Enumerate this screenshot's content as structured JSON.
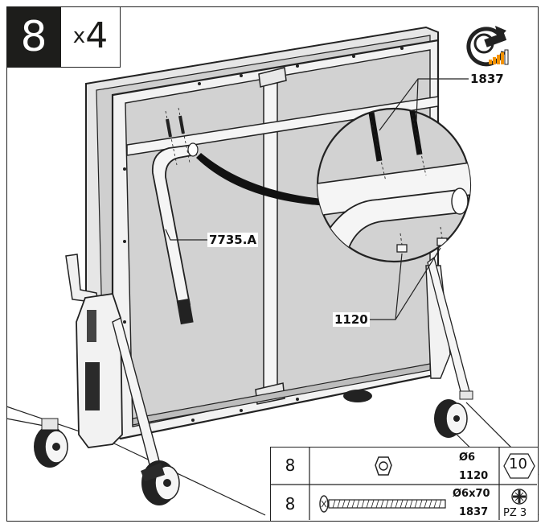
{
  "step": {
    "number": "8",
    "multiplier_prefix": "x",
    "multiplier_value": "4"
  },
  "callouts": {
    "top_screw": "1837",
    "leg": "7735.A",
    "nuts": "1120"
  },
  "parts": [
    {
      "qty": "8",
      "spec": "Ø6",
      "code": "1120",
      "tool": "10"
    },
    {
      "qty": "8",
      "spec": "Ø6x70",
      "code": "1837",
      "tool": "PZ 3"
    }
  ],
  "icons": {
    "top_right": "wrench-torque-icon",
    "nut": "hex-nut-icon",
    "screw": "screw-icon",
    "hex_tool": "hex-10-icon",
    "phillips_tool": "pozidriv-icon"
  },
  "colors": {
    "panel": "#d2d2d2",
    "frame": "#1d1d1b",
    "accent_orange": "#f39200"
  }
}
